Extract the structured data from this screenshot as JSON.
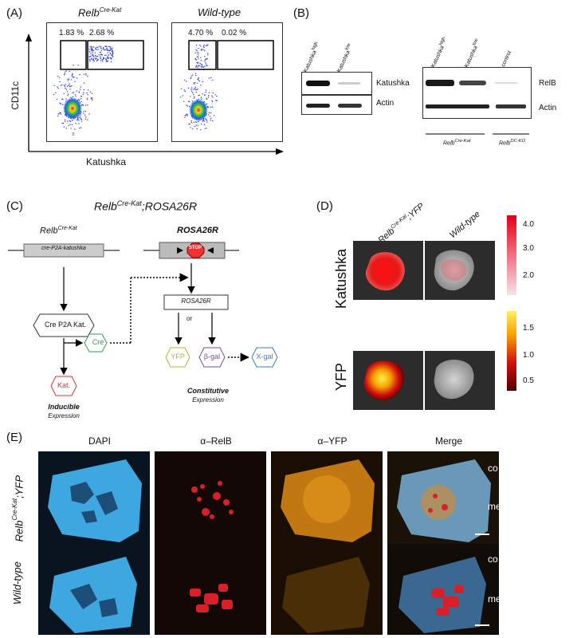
{
  "panels": {
    "A": {
      "label": "(A)",
      "plots": [
        {
          "title_base": "Relb",
          "title_sup": "Cre-Kat",
          "gate_left_pct": "1.83 %",
          "gate_right_pct": "2.68 %"
        },
        {
          "title_base": "Wild-type",
          "title_sup": "",
          "gate_left_pct": "4.70 %",
          "gate_right_pct": "0.02 %"
        }
      ],
      "y_axis_label": "CD11c",
      "x_axis_label": "Katushka"
    },
    "B": {
      "label": "(B)",
      "left_blot": {
        "lanes": [
          "Katushka^high",
          "Katushka^low"
        ],
        "bands": [
          "Katushka",
          "Actin"
        ]
      },
      "right_blot": {
        "lanes": [
          "Katushka^high",
          "Katushka^low",
          "control"
        ],
        "bands": [
          "RelB",
          "Actin"
        ],
        "group_labels": [
          "Relb^Cre-Kat",
          "Relb^DC-KO"
        ]
      }
    },
    "C": {
      "label": "(C)",
      "title_base": "Relb",
      "title_sup": "Cre-Kat",
      "title_suffix": ";ROSA26R",
      "left_gene": {
        "base": "Relb",
        "sup": "Cre-Kat",
        "box": "cre-P2A-katushka"
      },
      "right_gene": {
        "name": "ROSA26R",
        "stop": "STOP"
      },
      "cre_p2a_kat": "Cre P2A Kat.",
      "cre": "Cre",
      "rosa_box": "ROSA26R",
      "kat": "Kat.",
      "or": "or",
      "yfp": "YFP",
      "bgal": "β-gal",
      "xgal": "X-gal",
      "inducible": "Inducible",
      "inducible_sub": "Expression",
      "constitutive": "Constitutive",
      "constitutive_sub": "Expression"
    },
    "D": {
      "label": "(D)",
      "col1_base": "Relb",
      "col1_sup": "Cre-Kat",
      "col1_suffix": ";YFP",
      "col2": "Wild-type",
      "row1": "Katushka",
      "row2": "YFP",
      "scale1_ticks": [
        "4.0",
        "3.0",
        "2.0"
      ],
      "scale2_ticks": [
        "1.5",
        "1.0",
        "0.5"
      ]
    },
    "E": {
      "label": "(E)",
      "columns": [
        "DAPI",
        "α–RelB",
        "α–YFP",
        "Merge"
      ],
      "row1_base": "Relb",
      "row1_sup": "Cre-Kat",
      "row1_suffix": ";YFP",
      "row2": "Wild-type",
      "co": "co",
      "me": "me"
    }
  },
  "colors": {
    "dapi": "#3ea7e0",
    "relb": "#d8202a",
    "yfp": "#e59a1a",
    "cre_green": "#2ea043",
    "kat_red": "#e03030",
    "yfp_green": "#9fc030",
    "bgal_purple": "#7a4aa0",
    "xgal_blue": "#3a7bd5"
  }
}
